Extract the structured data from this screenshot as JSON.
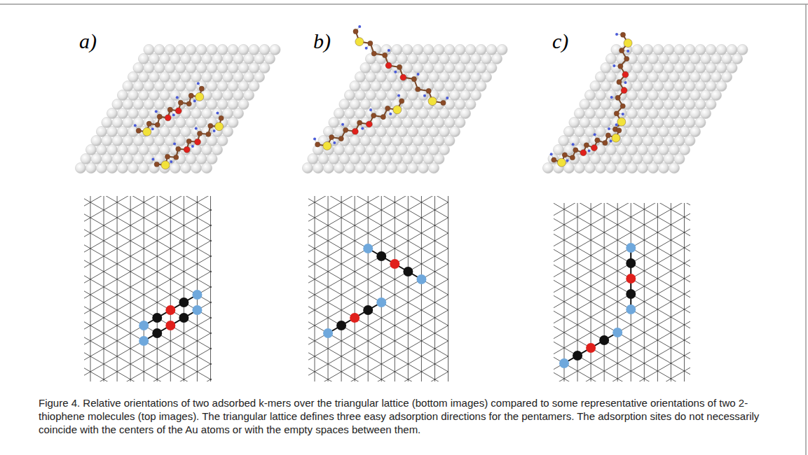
{
  "diagram": {
    "caption": "Figure 4. Relative orientations of two adsorbed k-mers over the triangular lattice (bottom images) compared to some representative orientations of two 2-thiophene molecules (top images). The triangular lattice defines three easy adsorption directions for the pentamers. The adsorption sites do not necessarily coincide with the centers of the Au atoms or with the empty spaces between them.",
    "labels": [
      "a)",
      "b)",
      "c)"
    ]
  }
}
